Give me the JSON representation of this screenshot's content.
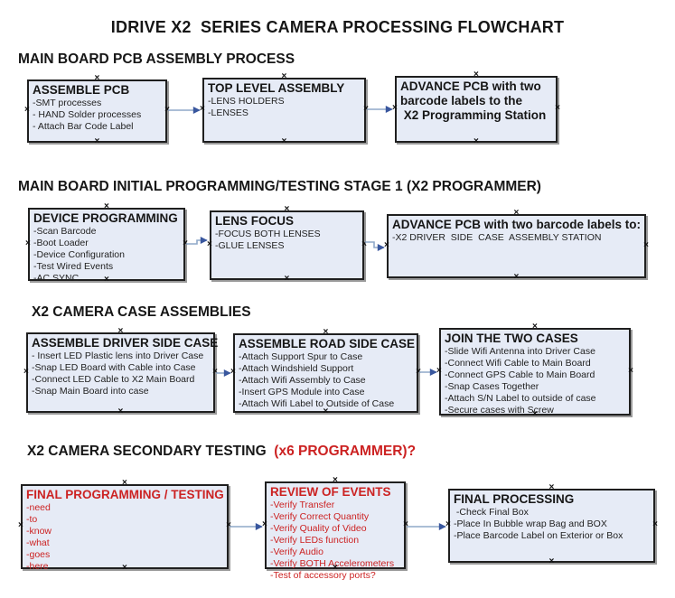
{
  "title": "IDRIVE X2  SERIES CAMERA PROCESSING FLOWCHART",
  "connection_marker": "×",
  "colors": {
    "box_fill": "#e6ebf6",
    "box_border": "#1f1f1f",
    "shadow": "#9a9a9a",
    "connector_line": "#8fa9c9",
    "connector_arrow": "#39579e",
    "red_text": "#cc2222"
  },
  "sections": [
    {
      "header": "MAIN BOARD PCB ASSEMBLY PROCESS",
      "header_suffix": "",
      "boxes": [
        {
          "title": "ASSEMBLE PCB",
          "items": [
            "-SMT processes",
            "- HAND Solder processes",
            "- Attach Bar Code Label"
          ]
        },
        {
          "title": "TOP LEVEL ASSEMBLY",
          "items": [
            "-LENS HOLDERS",
            "-LENSES"
          ]
        },
        {
          "title": "ADVANCE PCB with two\nbarcode labels to the\n X2 Programming Station",
          "items": []
        }
      ]
    },
    {
      "header": "MAIN BOARD INITIAL PROGRAMMING/TESTING STAGE 1 (X2 PROGRAMMER)",
      "header_suffix": "",
      "boxes": [
        {
          "title": "DEVICE PROGRAMMING",
          "items": [
            "-Scan Barcode",
            "-Boot Loader",
            "-Device Configuration",
            "-Test Wired Events",
            "-AC SYNC"
          ]
        },
        {
          "title": "LENS FOCUS",
          "items": [
            "-FOCUS BOTH LENSES",
            "-GLUE LENSES"
          ]
        },
        {
          "title": "ADVANCE PCB with two barcode labels to:",
          "items": [
            "-X2 DRIVER  SIDE  CASE  ASSEMBLY STATION"
          ]
        }
      ]
    },
    {
      "header": "X2 CAMERA CASE ASSEMBLIES",
      "header_suffix": "",
      "boxes": [
        {
          "title": "ASSEMBLE DRIVER SIDE CASE",
          "items": [
            "- Insert LED Plastic lens into Driver Case",
            "-Snap LED Board with Cable into Case",
            "-Connect LED Cable to X2 Main Board",
            "-Snap Main Board into case"
          ]
        },
        {
          "title": "ASSEMBLE ROAD SIDE CASE",
          "items": [
            "-Attach Support Spur to Case",
            "-Attach Windshield Support",
            "-Attach Wifi Assembly to Case",
            "-Insert GPS Module into Case",
            "-Attach Wifi Label to Outside of Case"
          ]
        },
        {
          "title": "JOIN THE TWO CASES",
          "items": [
            "-Slide Wifi Antenna into Driver Case",
            "-Connect Wifi Cable to Main Board",
            "-Connect GPS Cable to Main Board",
            "-Snap Cases Together",
            "-Attach S/N Label to outside of case",
            "-Secure cases with Screw"
          ]
        }
      ]
    },
    {
      "header": "X2 CAMERA SECONDARY TESTING ",
      "header_suffix": " (x6 PROGRAMMER)?",
      "boxes": [
        {
          "title": "FINAL PROGRAMMING / TESTING",
          "red": true,
          "items": [
            "-need",
            "-to",
            "-know",
            "-what",
            "-goes",
            "-here"
          ]
        },
        {
          "title": "REVIEW OF EVENTS",
          "red": true,
          "items": [
            "-Verify Transfer",
            "-Verify Correct Quantity",
            "-Verify Quality of Video",
            "-Verify LEDs function",
            "-Verify Audio",
            "-Verify BOTH Accelerometers",
            "-Test of accessory ports?"
          ]
        },
        {
          "title": "FINAL PROCESSING",
          "items": [
            " -Check Final Box",
            "-Place In Bubble wrap Bag and BOX",
            "-Place Barcode Label on Exterior or Box"
          ]
        }
      ]
    }
  ]
}
